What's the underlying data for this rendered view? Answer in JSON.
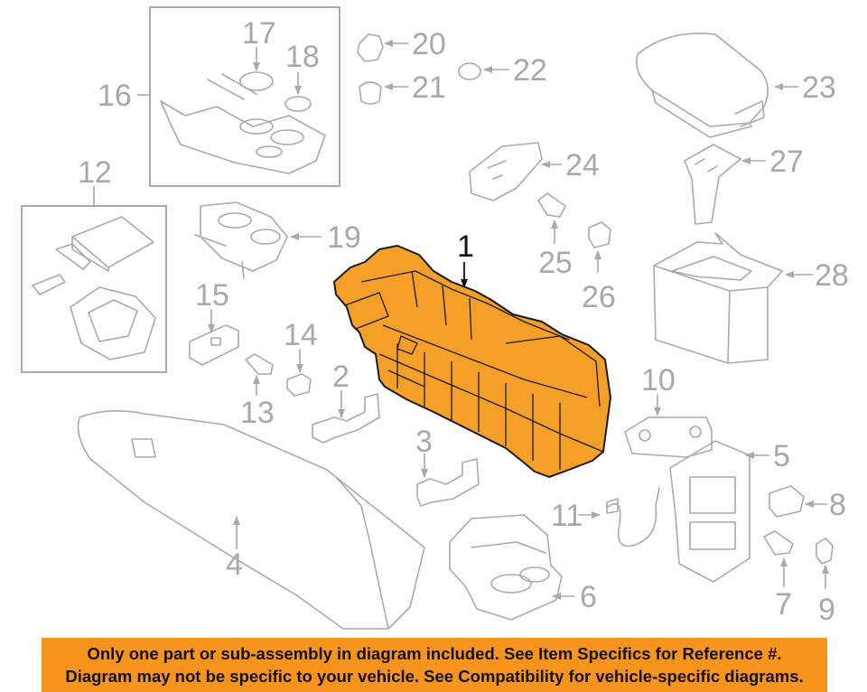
{
  "diagram": {
    "main_part_number": "1",
    "callouts": [
      "2",
      "3",
      "4",
      "5",
      "6",
      "7",
      "8",
      "9",
      "10",
      "11",
      "12",
      "13",
      "14",
      "15",
      "16",
      "17",
      "18",
      "19",
      "20",
      "21",
      "22",
      "23",
      "24",
      "25",
      "26",
      "27",
      "28"
    ],
    "colors": {
      "highlight": "#f4a028",
      "banner": "#f7941d",
      "line": "#a9a9a9"
    }
  },
  "banner": {
    "line1": "Only one part or sub-assembly in diagram included. See Item Specifics for Reference #.",
    "line2": "Diagram may not be specific to your vehicle. See Compatibility for vehicle-specific diagrams."
  }
}
